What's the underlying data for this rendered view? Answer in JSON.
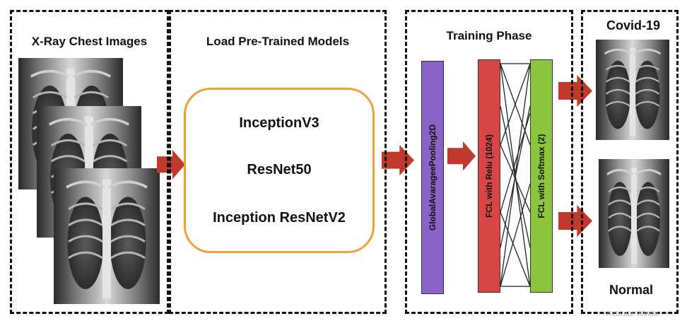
{
  "panels": {
    "input": {
      "title": "X-Ray Chest Images"
    },
    "models": {
      "title": "Load Pre-Trained Models",
      "items": [
        "InceptionV3",
        "ResNet50",
        "Inception ResNetV2"
      ]
    },
    "training": {
      "title": "Training Phase",
      "layers": [
        "GlobalAvarageePooling2D",
        "FCL with Relu (1024)",
        "FCL with Softmax (2)"
      ]
    },
    "output": {
      "classes": [
        "Covid-19",
        "Normal"
      ]
    }
  },
  "colors": {
    "arrow": "#c0392b",
    "pooling_layer": "#8a63c6",
    "relu_layer": "#d64646",
    "softmax_layer": "#8cc63f",
    "model_box_border": "#f0a23a"
  },
  "watermark": "Activate Windo"
}
